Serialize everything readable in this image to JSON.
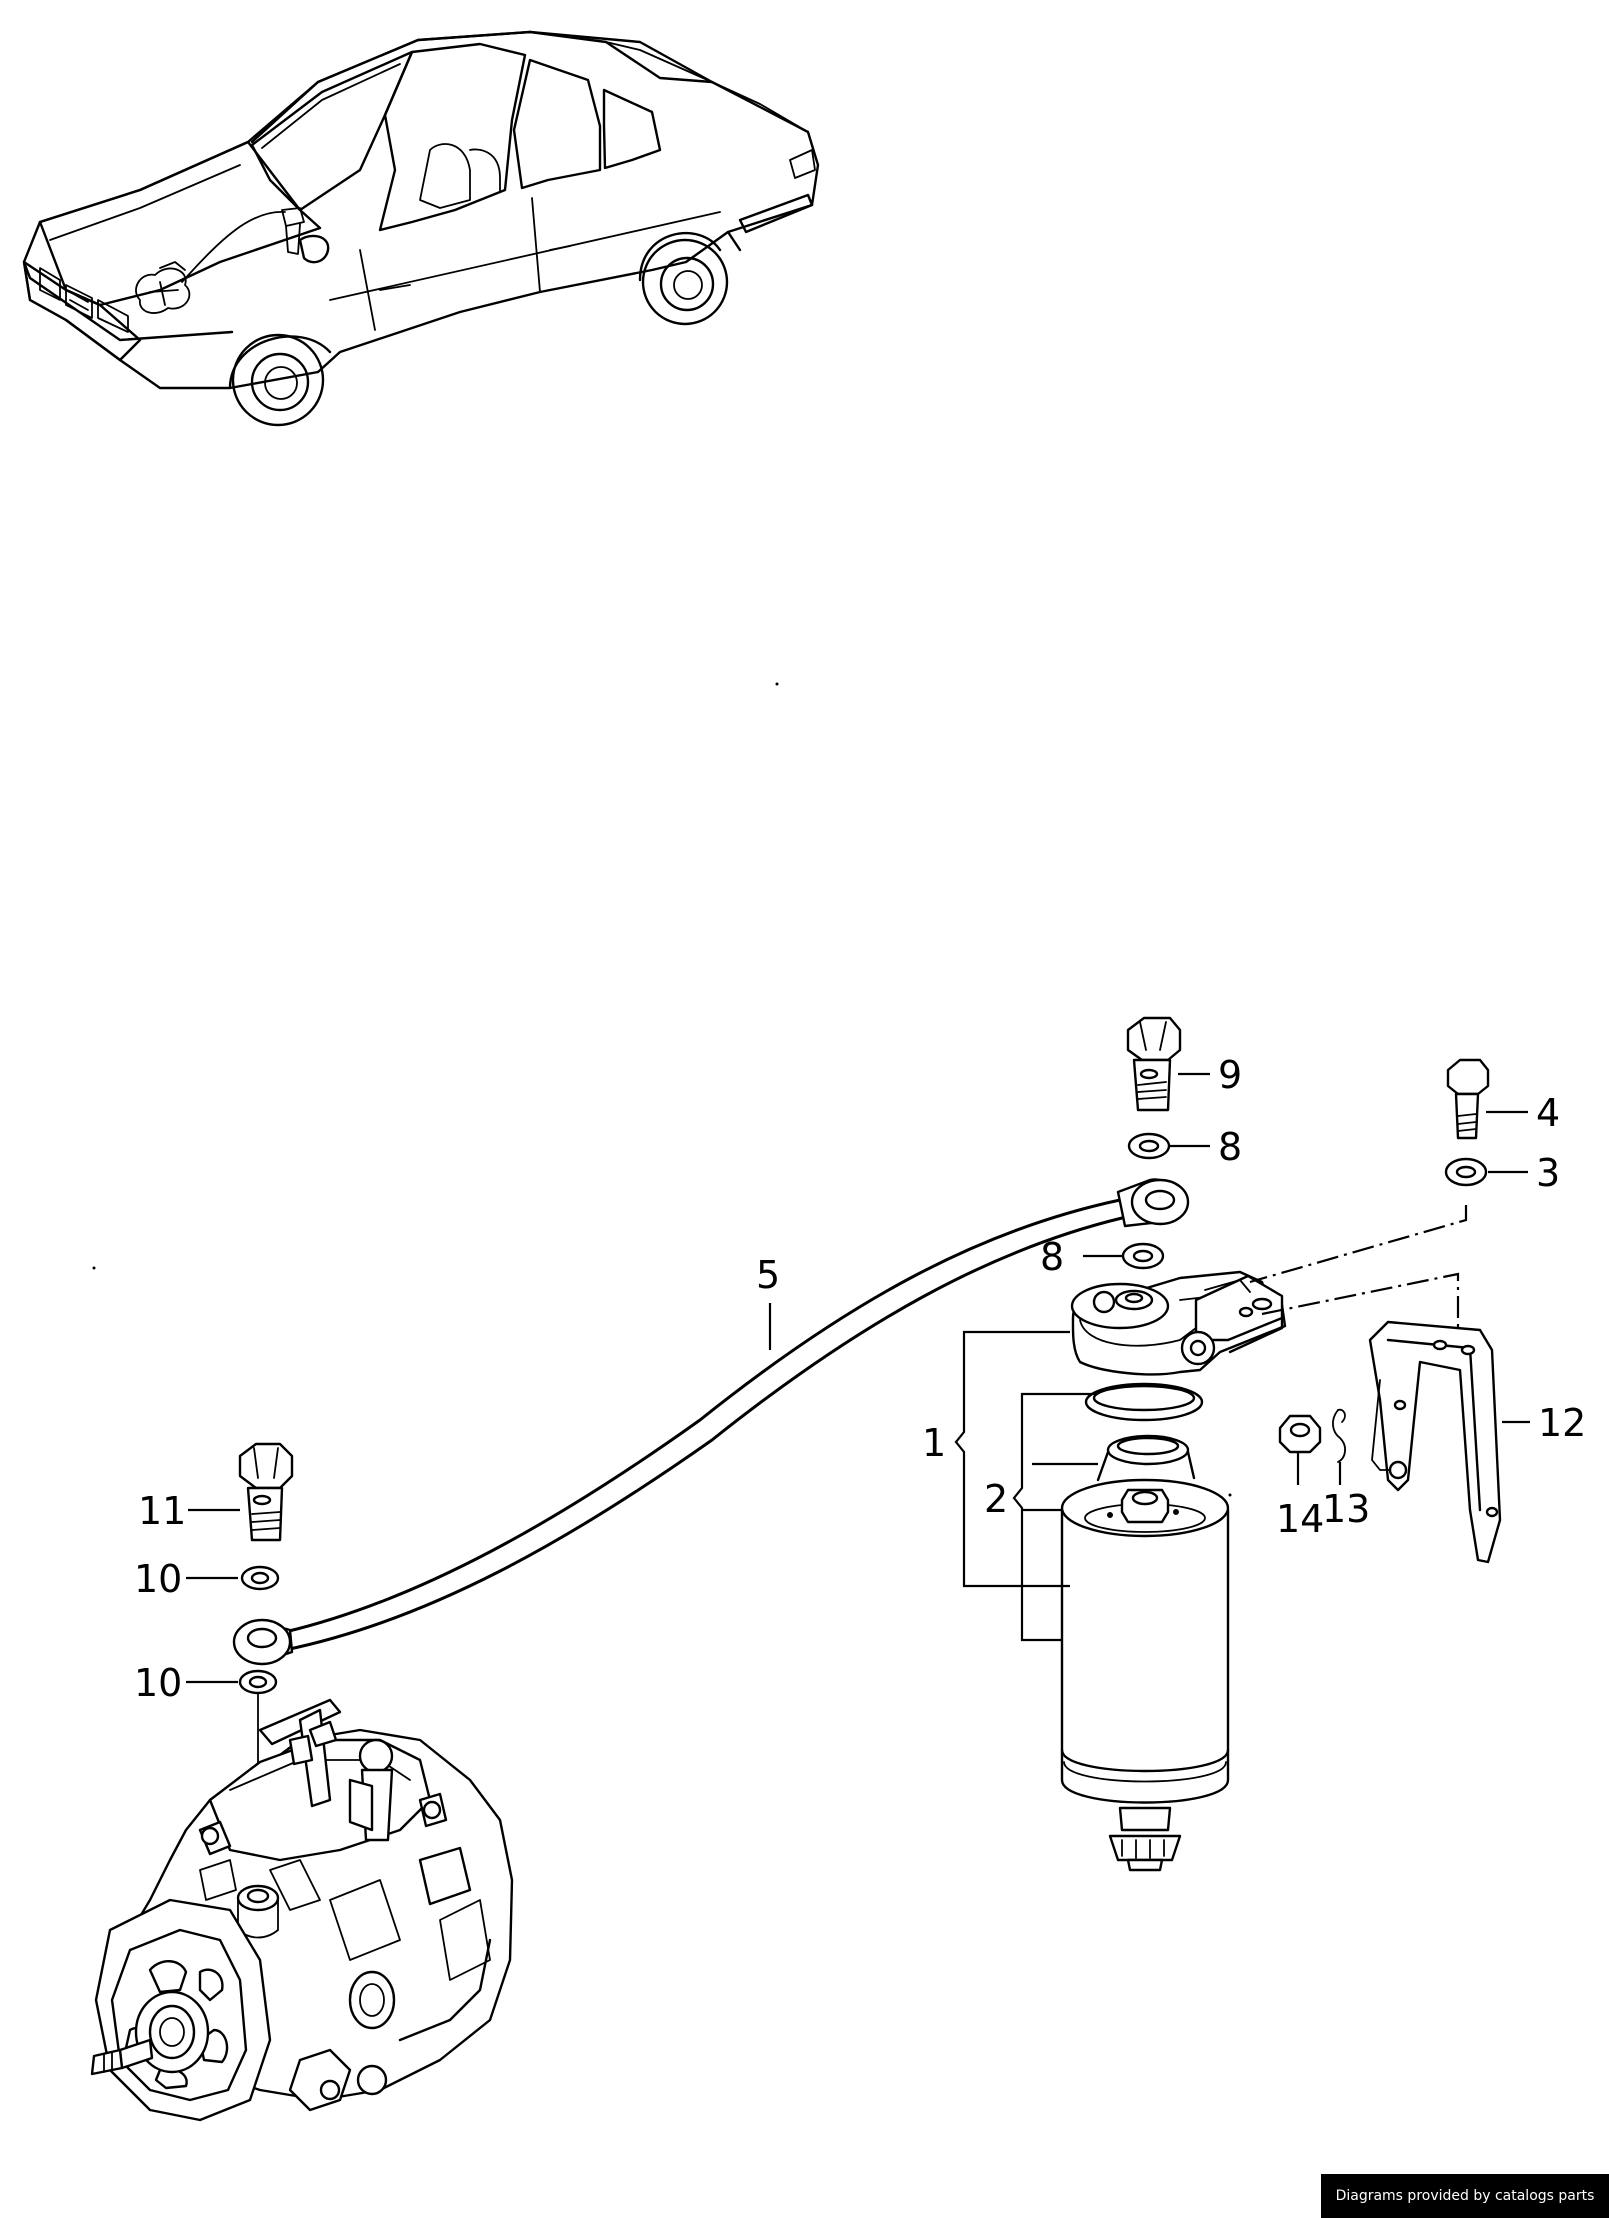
{
  "callouts": {
    "c1": "1",
    "c2": "2",
    "c3": "3",
    "c4": "4",
    "c5": "5",
    "c8a": "8",
    "c8b": "8",
    "c9": "9",
    "c10a": "10",
    "c10b": "10",
    "c11": "11",
    "c12": "12",
    "c13": "13",
    "c14": "14"
  },
  "credit": "Diagrams provided by catalogs parts"
}
